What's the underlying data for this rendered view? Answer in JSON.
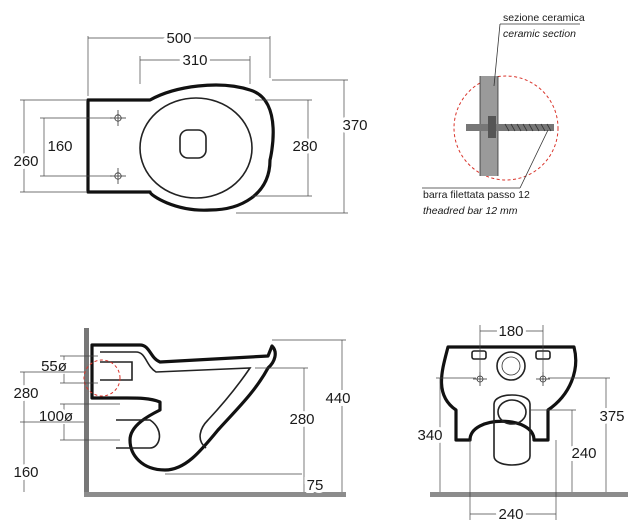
{
  "top_view": {
    "dim_length": "500",
    "dim_bowl_width": "310",
    "dim_depth_total": "370",
    "dim_bolt_spacing": "160",
    "dim_mount_height": "260",
    "dim_bowl_depth": "280"
  },
  "section_detail": {
    "label_ceramic_it": "sezione ceramica",
    "label_ceramic_en": "ceramic section",
    "label_bar_it": "barra filettata passo 12",
    "label_bar_en": "theadred bar 12 mm"
  },
  "side_view": {
    "dim_inlet_dia": "55ø",
    "dim_inlet_height": "280",
    "dim_outlet_dia": "100ø",
    "dim_outlet_height": "160",
    "dim_bowl_height": "280",
    "dim_total_height": "440",
    "dim_gap": "75"
  },
  "front_view": {
    "dim_top_width": "180",
    "dim_bottom_width": "240",
    "dim_left_height": "340",
    "dim_right_height": "375",
    "dim_outlet_height": "240"
  }
}
